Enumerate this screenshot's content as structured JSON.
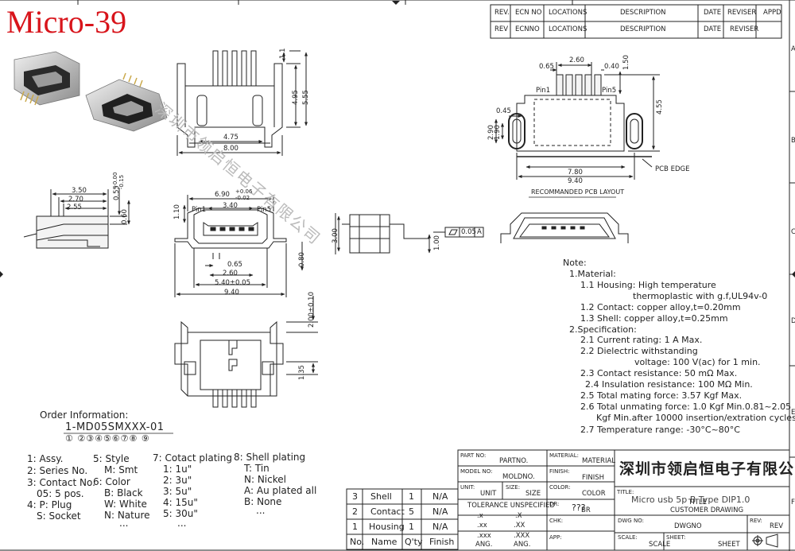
{
  "title": "Micro-39",
  "watermark": "深圳市领启恒电子有限公司",
  "revision_table": {
    "row1": [
      "REV.",
      "ECN NO",
      "LOCATIONS",
      "DESCRIPTION",
      "DATE",
      "REVISER",
      "APPD"
    ],
    "row2": [
      "REV",
      "ECNNO",
      "LOCATIONS",
      "DESCRIPTION",
      "DATE",
      "REVISER"
    ]
  },
  "border_zones": [
    "A",
    "B",
    "C",
    "D",
    "E",
    "F"
  ],
  "dims": {
    "top_view": [
      "1.1",
      "4.95",
      "5.55",
      "4.75",
      "8.00"
    ],
    "side_view": [
      "3.50",
      "2.70",
      "2.55",
      "0.55",
      "+0.00",
      "-0.15",
      "0.60"
    ],
    "front_view": [
      "6.90",
      "+0.06",
      "-0.02",
      "3.40",
      "1.10",
      "Pin1",
      "Pin5",
      "0.65",
      "2.60",
      "5.40±0.05",
      "9.40",
      "0.80"
    ],
    "end_view": [
      "3.00",
      "1.00"
    ],
    "gdt": [
      "0.05",
      "A"
    ],
    "bottom_view": [
      "2.00±0.10",
      "1.35"
    ],
    "pcb_layout": [
      "2.60",
      "0.65",
      "0.40",
      "1.50",
      "Pin1",
      "Pin5",
      "0.45",
      "2.90",
      "1.90",
      "4.55",
      "7.80",
      "9.40",
      "PCB EDGE",
      "RECOMMANDED PCB LAYOUT"
    ]
  },
  "notes": [
    "Note:",
    "1.Material:",
    "1.1 Housing: High temperature",
    "thermoplastic with g.f,UL94v-0",
    "1.2 Contact: copper alloy,t=0.20mm",
    "1.3 Shell: copper alloy,t=0.25mm",
    "2.Specification:",
    "2.1 Current rating: 1 A Max.",
    "2.2 Dielectric withstanding",
    "voltage: 100 V(ac) for 1 min.",
    "2.3 Contact resistance: 50 mΩ Max.",
    "2.4 Insulation resistance: 100 MΩ Min.",
    "2.5 Total mating force: 3.57 Kgf Max.",
    "2.6 Total unmating force: 1.0 Kgf Min.0.81~2.05",
    "Kgf Min.after 10000 insertion/extration cycles",
    "2.7 Temperature range: -30°C~80°C"
  ],
  "order": {
    "label": "Order Information:",
    "code": "1-MD05SMXXX-01",
    "markers": "① ②③④⑤⑥⑦⑧ ⑨",
    "col1": [
      "1: Assy.",
      "2: Series No.",
      "3: Contact No.",
      "05: 5 pos.",
      "4: P: Plug",
      "S: Socket"
    ],
    "col2": [
      "5: Style",
      "M: Smt",
      "6: Color",
      "B: Black",
      "W: White",
      "N: Nature",
      "..."
    ],
    "col3": [
      "7: Cotact plating",
      "1: 1u\"",
      "2: 3u\"",
      "3: 5u\"",
      "4: 15u\"",
      "5: 30u\"",
      "..."
    ],
    "col4": [
      "8: Shell plating",
      "T: Tin",
      "N: Nickel",
      "A: Au plated all",
      "B: None",
      "..."
    ]
  },
  "bom": {
    "rows": [
      [
        "3",
        "Shell",
        "1",
        "N/A"
      ],
      [
        "2",
        "Contact",
        "5",
        "N/A"
      ],
      [
        "1",
        "Housing",
        "1",
        "N/A"
      ]
    ],
    "header": [
      "No.",
      "Name",
      "Q'ty",
      "Finish"
    ]
  },
  "title_block": {
    "part_no_label": "PART NO:",
    "part_no": "PARTNO.",
    "model_no_label": "MODEL NO:",
    "model_no": "MOLDNO.",
    "unit_label": "UNIT:",
    "unit": "UNIT",
    "size_label": "SIZE:",
    "size": "SIZE",
    "tolerance": "TOLERANCE UNSPECIFIED",
    "tol_rows": [
      [
        ".x",
        ".X"
      ],
      [
        ".xx",
        ".XX"
      ],
      [
        ".xxx",
        ".XXX"
      ],
      [
        "ANG.",
        "ANG."
      ]
    ],
    "material_label": "MATERIAL:",
    "material": "MATERIAL",
    "finish_label": "FINISH:",
    "finish": "FINISH",
    "color_label": "COLOR:",
    "color": "COLOR",
    "dr_label": "DR:",
    "dr": "???",
    "br": "BR",
    "chk_label": "CHK:",
    "app_label": "APP:",
    "company": "深圳市领启恒电子有限公司",
    "title_label": "TITLE:",
    "title_value": "Micro usb 5p B Type DIP1.0",
    "title_overlay": "TITLE",
    "customer": "CUSTOMER DRAWING",
    "dwg_label": "DWG NO:",
    "dwg": "DWGNO",
    "rev_label": "REV:",
    "rev": "REV",
    "scale_label": "SCALE:",
    "scale": "SCALE",
    "sheet_label": "SHEET:",
    "sheet": "SHEET"
  },
  "colors": {
    "title": "#d8141b",
    "line": "#222222",
    "part_body": "#d4d4d4",
    "pins": "#c9a84a"
  }
}
